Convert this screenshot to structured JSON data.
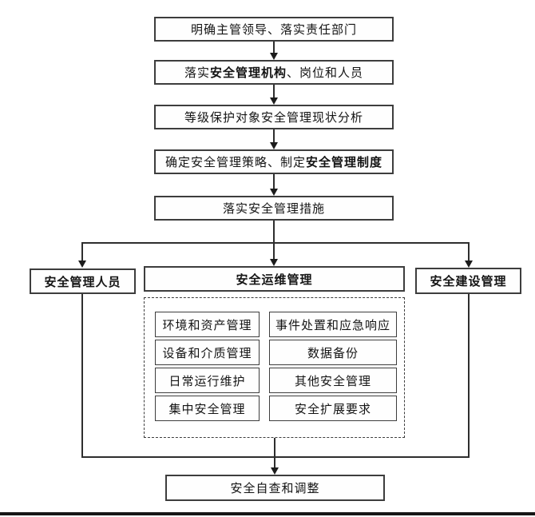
{
  "diagram": {
    "flow_steps": [
      {
        "pre": "明确主管领导、落实责任部门",
        "bold": "",
        "post": ""
      },
      {
        "pre": "落实",
        "bold": "安全管理机构",
        "post": "、岗位和人员"
      },
      {
        "pre": "等级保护对象安全管理现状分析",
        "bold": "",
        "post": ""
      },
      {
        "pre": "确定安全管理策略、制定",
        "bold": "安全管理制度",
        "post": ""
      },
      {
        "pre": "落实安全管理措施",
        "bold": "",
        "post": ""
      }
    ],
    "branches": {
      "left": "安全管理人员",
      "center": "安全运维管理",
      "right": "安全建设管理"
    },
    "ops_items_left": [
      "环境和资产管理",
      "设备和介质管理",
      "日常运行维护",
      "集中安全管理"
    ],
    "ops_items_right": [
      "事件处置和应急响应",
      "数据备份",
      "其他安全管理",
      "安全扩展要求"
    ],
    "final_step": "安全自查和调整",
    "colors": {
      "line": "#2e2e2e",
      "border": "#3d3d3d",
      "text": "#141414",
      "background": "#ffffff",
      "bottom_rule": "#161616"
    }
  }
}
